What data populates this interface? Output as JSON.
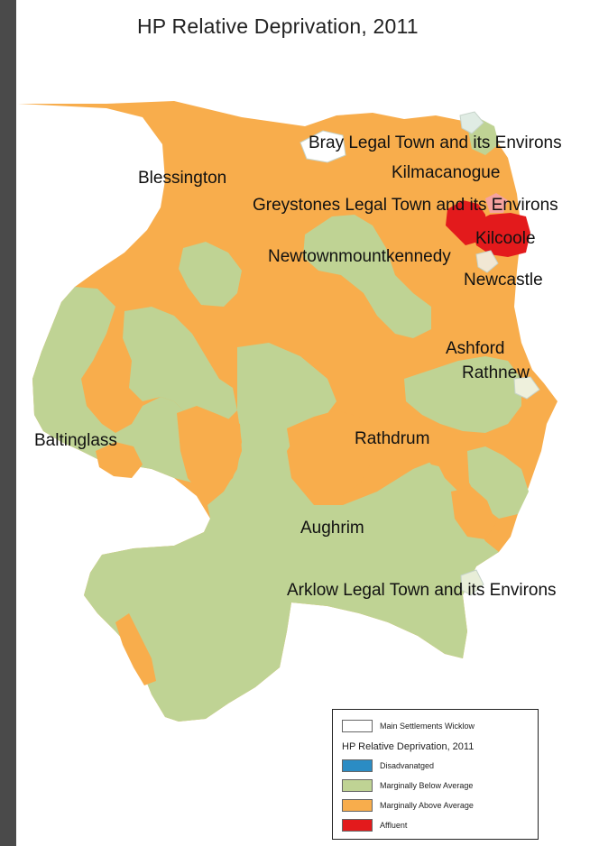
{
  "title": "HP  Relative Deprivation, 2011",
  "colors": {
    "main_settlements": "#ffffff",
    "disadvantaged": "#2b8cc4",
    "below_average": "#bfd394",
    "above_average": "#f8ad4c",
    "affluent": "#e31a1c"
  },
  "places": [
    "Bray Legal Town and its Environs",
    "Kilmacanogue",
    "Blessington",
    "Greystones Legal Town and its Environs",
    "Kilcoole",
    "Newtownmountkennedy",
    "Newcastle",
    "Ashford",
    "Rathnew",
    "Baltinglass",
    "Rathdrum",
    "Aughrim",
    "Arklow Legal Town and its Environs"
  ],
  "legend": {
    "main_settlements": "Main Settlements Wicklow",
    "title": "HP  Relative Deprivation, 2011",
    "items": [
      "Disadvanatged",
      "Marginally Below Average",
      "Marginally Above Average",
      "Affluent"
    ]
  }
}
